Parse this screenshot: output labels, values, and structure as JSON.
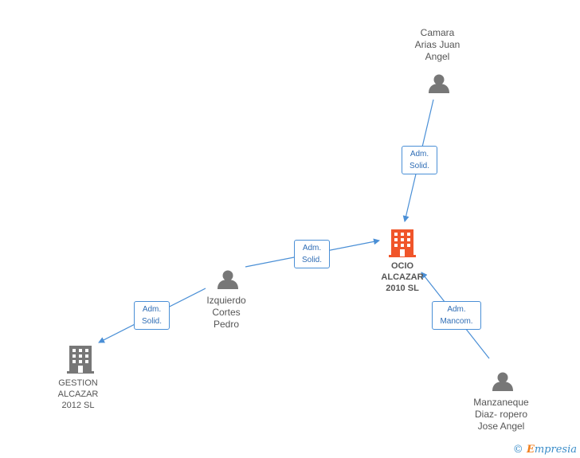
{
  "nodes": {
    "ocio": {
      "lines": [
        "OCIO",
        "ALCAZAR",
        "2010 SL"
      ],
      "color": "#f0552a"
    },
    "gestion": {
      "lines": [
        "GESTION",
        "ALCAZAR",
        "2012 SL"
      ],
      "color": "#777777"
    },
    "camara": {
      "lines": [
        "Camara",
        "Arias Juan",
        "Angel"
      ]
    },
    "izquierdo": {
      "lines": [
        "Izquierdo",
        "Cortes",
        "Pedro"
      ]
    },
    "manzaneque": {
      "lines": [
        "Manzaneque",
        "Diaz- ropero",
        "Jose Angel"
      ]
    }
  },
  "relations": {
    "camara_ocio": {
      "line1": "Adm.",
      "line2": "Solid."
    },
    "izquierdo_ocio": {
      "line1": "Adm.",
      "line2": "Solid."
    },
    "izquierdo_gestion": {
      "line1": "Adm.",
      "line2": "Solid."
    },
    "manzaneque_ocio": {
      "line1": "Adm.",
      "line2": "Mancom."
    }
  },
  "colors": {
    "edge": "#4a8fd6",
    "person_icon": "#777777"
  },
  "footer": {
    "copyright_symbol": "©",
    "brand_first": "E",
    "brand_rest": "mpresia"
  }
}
